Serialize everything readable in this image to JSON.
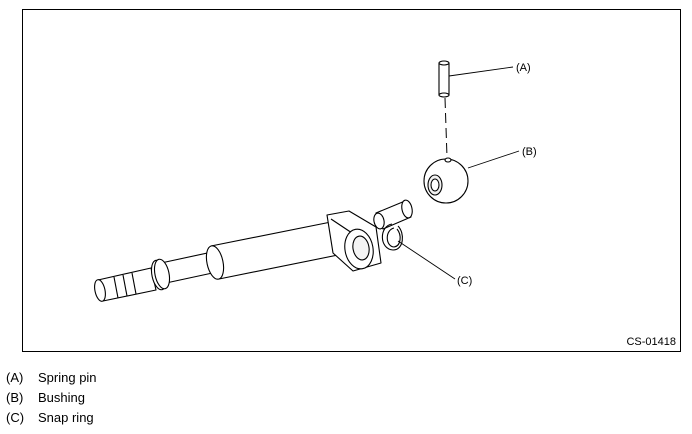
{
  "figure": {
    "code": "CS-01418",
    "callouts": [
      {
        "key": "(A)"
      },
      {
        "key": "(B)"
      },
      {
        "key": "(C)"
      }
    ]
  },
  "legend": [
    {
      "key": "(A)",
      "label": "Spring pin"
    },
    {
      "key": "(B)",
      "label": "Bushing"
    },
    {
      "key": "(C)",
      "label": "Snap ring"
    }
  ]
}
